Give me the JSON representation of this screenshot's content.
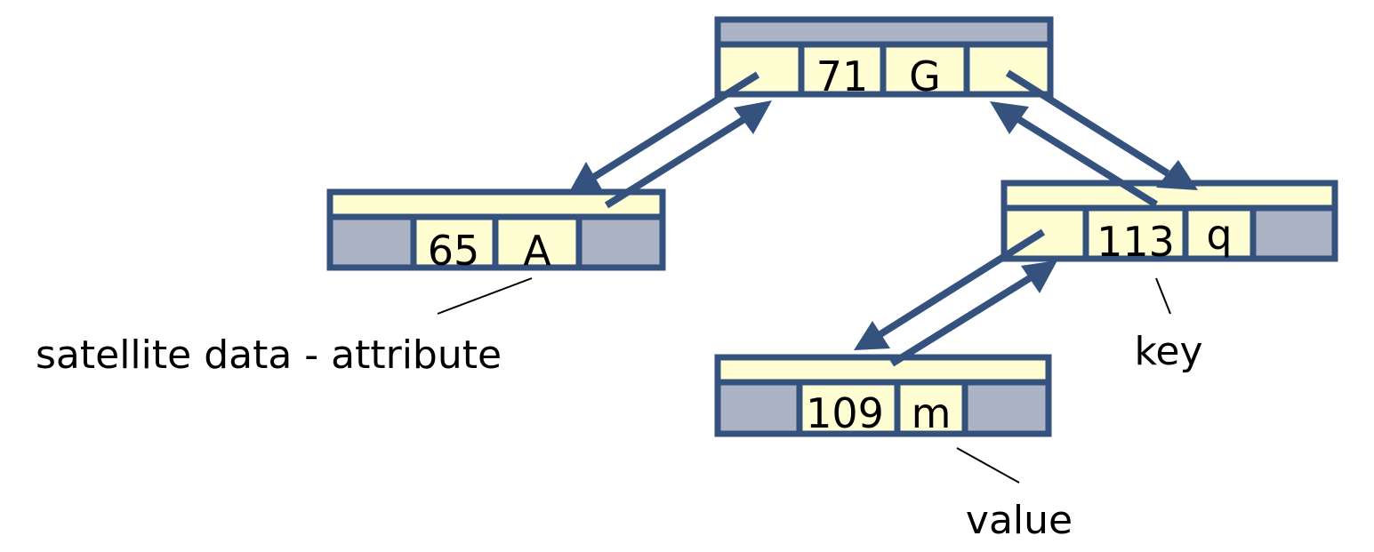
{
  "colors": {
    "cell_fill": "#fefed2",
    "empty_fill": "#acb3c5",
    "border": "#34527d",
    "leader": "#000000"
  },
  "nodes": [
    {
      "id": "root",
      "key": "71",
      "value": "G",
      "top_cell": "empty",
      "left_child": "link",
      "right_child": "link"
    },
    {
      "id": "left",
      "key": "65",
      "value": "A",
      "top_cell": "link",
      "left_child": "empty",
      "right_child": "empty"
    },
    {
      "id": "right",
      "key": "113",
      "value": "q",
      "top_cell": "link",
      "left_child": "link",
      "right_child": "empty"
    },
    {
      "id": "bottom",
      "key": "109",
      "value": "m",
      "top_cell": "link",
      "left_child": "empty",
      "right_child": "empty"
    }
  ],
  "labels": {
    "satellite": "satellite data - attribute",
    "key": "key",
    "value": "value"
  }
}
